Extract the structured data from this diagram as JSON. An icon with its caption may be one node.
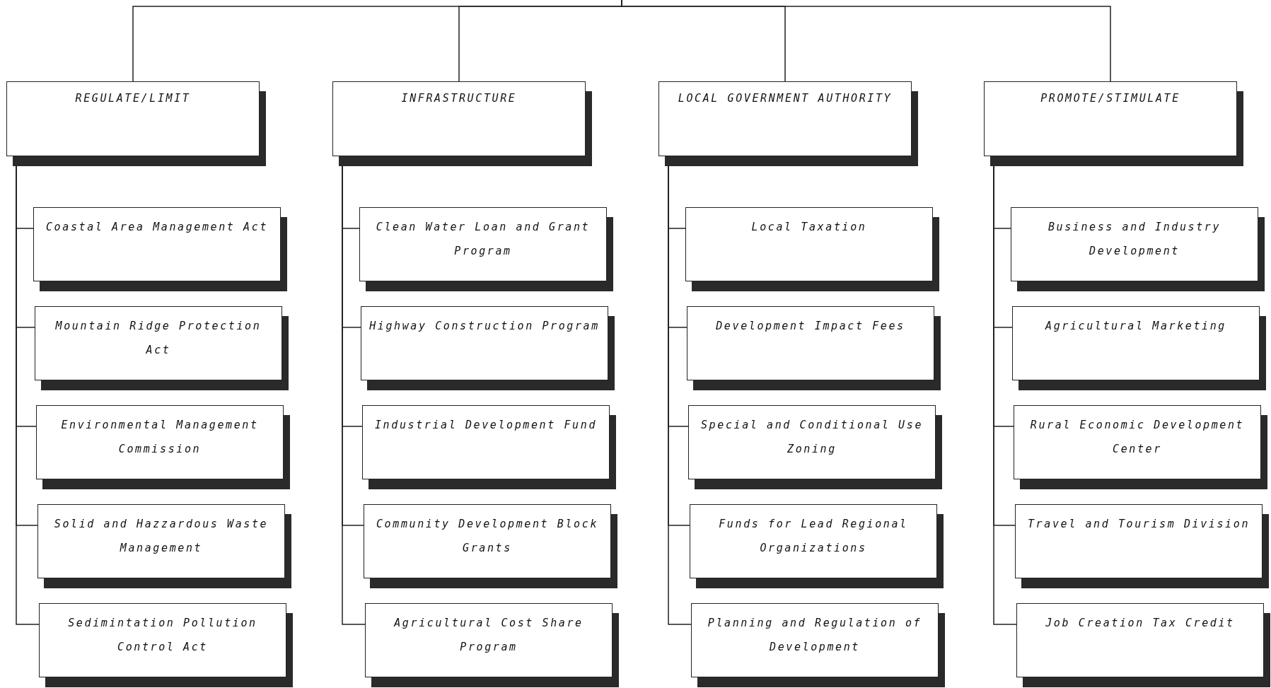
{
  "diagram": {
    "nodes": [
      {
        "text": [
          "REGULATE/LIMIT"
        ]
      },
      {
        "text": [
          "INFRASTRUCTURE"
        ]
      },
      {
        "text": [
          "LOCAL GOVERNMENT AUTHORITY"
        ]
      },
      {
        "text": [
          "PROMOTE/STIMULATE"
        ]
      },
      {
        "text": [
          "Coastal Area Management Act"
        ]
      },
      {
        "text": [
          "Mountain Ridge Protection Act"
        ]
      },
      {
        "text": [
          "Environmental Management Commission"
        ]
      },
      {
        "text": [
          "Solid and Hazzardous Waste Management"
        ]
      },
      {
        "text": [
          "Sedimintation Pollution Control Act"
        ]
      },
      {
        "text": [
          "Clean Water Loan and Grant Program"
        ]
      },
      {
        "text": [
          "Highway Construction Program"
        ]
      },
      {
        "text": [
          "Industrial Development Fund"
        ]
      },
      {
        "text": [
          "Community Development Block Grants"
        ]
      },
      {
        "text": [
          "Agricultural Cost Share Program"
        ]
      },
      {
        "text": [
          "Local Taxation"
        ]
      },
      {
        "text": [
          "Development Impact Fees"
        ]
      },
      {
        "text": [
          "Special and Conditional Use Zoning"
        ]
      },
      {
        "text": [
          "Funds for Lead Regional Organizations"
        ]
      },
      {
        "text": [
          "Planning and Regulation of Development"
        ]
      },
      {
        "text": [
          "Business and Industry Development"
        ]
      },
      {
        "text": [
          "Agricultural Marketing"
        ]
      },
      {
        "text": [
          "Rural Economic Development Center"
        ]
      },
      {
        "text": [
          "Travel and Tourism Division"
        ]
      },
      {
        "text": [
          "Job Creation Tax Credit"
        ]
      }
    ],
    "edges": [
      {
        "from": null,
        "to": 0,
        "arrow": "none"
      },
      {
        "from": null,
        "to": 1,
        "arrow": "none"
      },
      {
        "from": null,
        "to": 2,
        "arrow": "none"
      },
      {
        "from": null,
        "to": 3,
        "arrow": "none"
      },
      {
        "from": 0,
        "to": 4,
        "arrow": "none"
      },
      {
        "from": 0,
        "to": 5,
        "arrow": "none"
      },
      {
        "from": 0,
        "to": 6,
        "arrow": "none"
      },
      {
        "from": 0,
        "to": 7,
        "arrow": "none"
      },
      {
        "from": 0,
        "to": 8,
        "arrow": "none"
      },
      {
        "from": 1,
        "to": 9,
        "arrow": "none"
      },
      {
        "from": 1,
        "to": 10,
        "arrow": "none"
      },
      {
        "from": 1,
        "to": 11,
        "arrow": "none"
      },
      {
        "from": 1,
        "to": 12,
        "arrow": "none"
      },
      {
        "from": 1,
        "to": 13,
        "arrow": "none"
      },
      {
        "from": 2,
        "to": 14,
        "arrow": "none"
      },
      {
        "from": 2,
        "to": 15,
        "arrow": "none"
      },
      {
        "from": 2,
        "to": 16,
        "arrow": "none"
      },
      {
        "from": 2,
        "to": 17,
        "arrow": "none"
      },
      {
        "from": 2,
        "to": 18,
        "arrow": "none"
      },
      {
        "from": 3,
        "to": 19,
        "arrow": "none"
      },
      {
        "from": 3,
        "to": 20,
        "arrow": "none"
      },
      {
        "from": 3,
        "to": 21,
        "arrow": "none"
      },
      {
        "from": 3,
        "to": 22,
        "arrow": "none"
      },
      {
        "from": 3,
        "to": 23,
        "arrow": "none"
      }
    ]
  }
}
